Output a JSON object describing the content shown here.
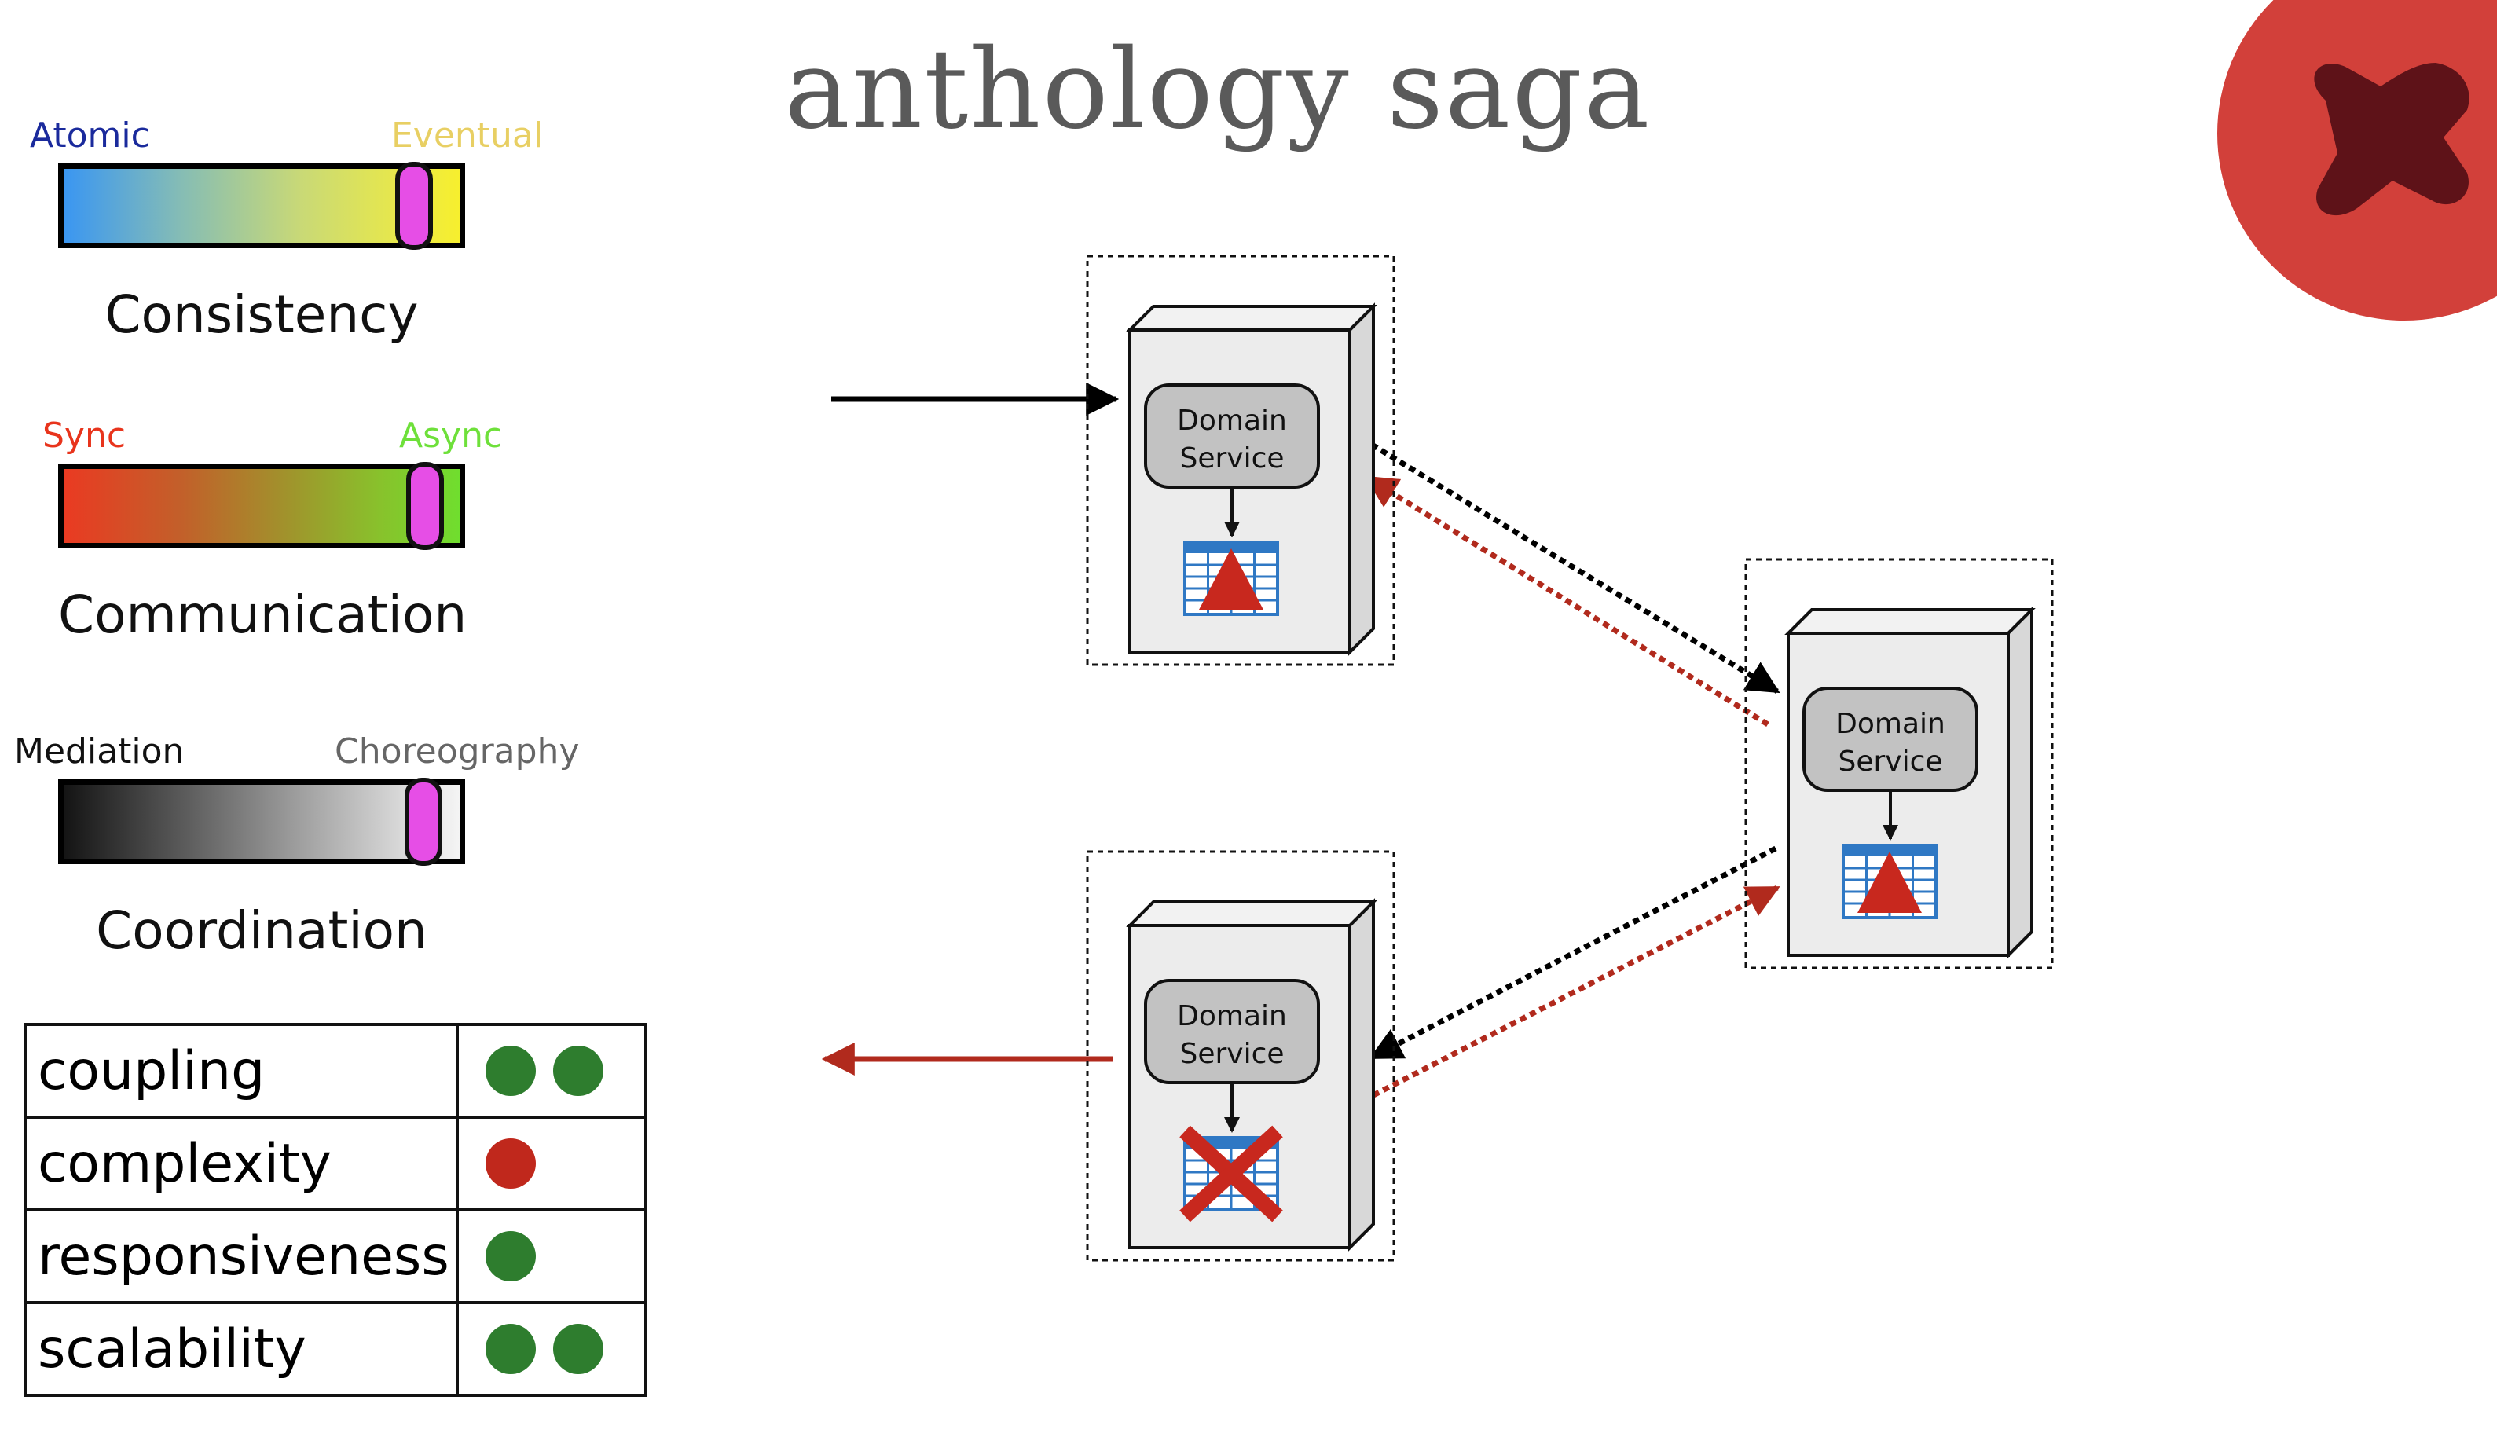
{
  "title": "anthology saga",
  "bars": [
    {
      "left_label": "Atomic",
      "right_label": "Eventual",
      "caption": "Consistency",
      "left_color": "#1a2a9c",
      "right_color": "#e8cf63"
    },
    {
      "left_label": "Sync",
      "right_label": "Async",
      "caption": "Communication",
      "left_color": "#e8341c",
      "right_color": "#6ee03a"
    },
    {
      "left_label": "Mediation",
      "right_label": "Choreography",
      "caption": "Coordination",
      "left_color": "#111111",
      "right_color": "#666666"
    }
  ],
  "tradeoffs": [
    {
      "label": "coupling",
      "dots": [
        "green",
        "green"
      ]
    },
    {
      "label": "complexity",
      "dots": [
        "red"
      ]
    },
    {
      "label": "responsiveness",
      "dots": [
        "green"
      ]
    },
    {
      "label": "scalability",
      "dots": [
        "green",
        "green"
      ]
    }
  ],
  "colors": {
    "green": "#2e7d2e",
    "red": "#c0281c",
    "x_badge": "#d2403a",
    "x_badge_mark": "#5e1218",
    "error_arrow": "#b12a1d"
  },
  "services": [
    {
      "line1": "Domain",
      "line2": "Service",
      "db_state": "ok"
    },
    {
      "line1": "Domain",
      "line2": "Service",
      "db_state": "ok"
    },
    {
      "line1": "Domain",
      "line2": "Service",
      "db_state": "failed"
    }
  ],
  "icons": {
    "badge": "x-mark-icon",
    "db": "database-table-icon"
  }
}
